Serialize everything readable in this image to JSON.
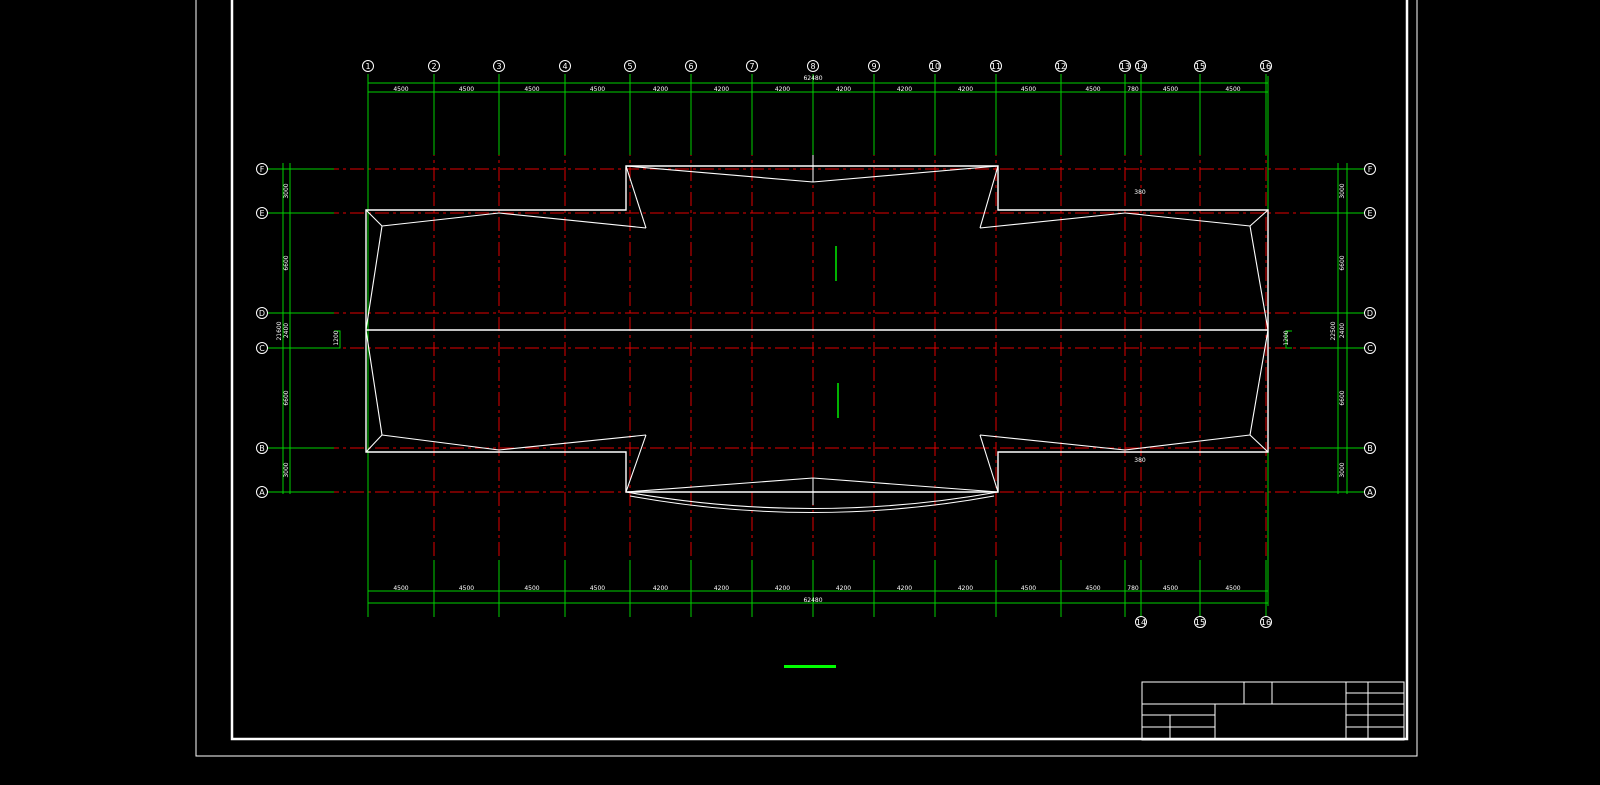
{
  "colors": {
    "background": "#000000",
    "frame": "#ffffff",
    "dimension": "#00d000",
    "axis": "#e00000",
    "outline": "#ffffff",
    "text": "#ffffff",
    "bubble": "#ffffff",
    "accent": "#00ff00"
  },
  "top_axes": [
    "1",
    "2",
    "3",
    "4",
    "5",
    "6",
    "7",
    "8",
    "9",
    "10",
    "11",
    "12",
    "13",
    "14",
    "15",
    "16"
  ],
  "bottom_axes": [
    "14",
    "15",
    "16"
  ],
  "row_axes": [
    "F",
    "E",
    "D",
    "C",
    "B",
    "A"
  ],
  "top_spans": [
    "4500",
    "4500",
    "4500",
    "4500",
    "4200",
    "4200",
    "4200",
    "4200",
    "4200",
    "4200",
    "4500",
    "4500",
    "780",
    "4500",
    "4500"
  ],
  "bottom_spans": [
    "4500",
    "4500",
    "4500",
    "4500",
    "4200",
    "4200",
    "4200",
    "4200",
    "4200",
    "4200",
    "4500",
    "4500",
    "780",
    "4500",
    "4500"
  ],
  "top_total": "62480",
  "bottom_total": "62480",
  "left_spans": [
    "3000",
    "6600",
    "2400",
    "6600",
    "3000"
  ],
  "right_spans": [
    "3000",
    "6600",
    "2400",
    "6600",
    "3000"
  ],
  "left_total": "21600",
  "right_total": "22500",
  "left_note": "1200",
  "right_note": "1200",
  "note_top": "380",
  "note_bottom": "380"
}
